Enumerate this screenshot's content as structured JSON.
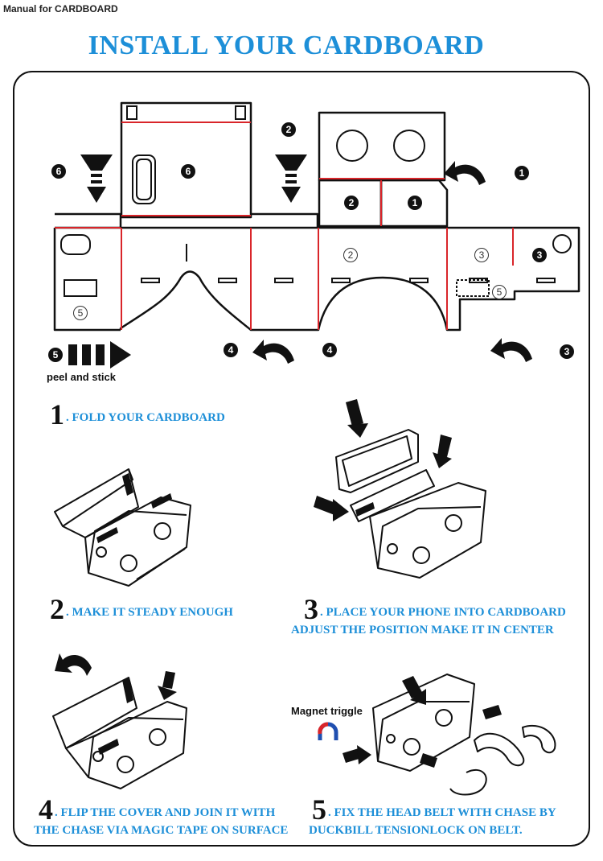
{
  "header": {
    "text": "Manual for CARDBOARD"
  },
  "title": "INSTALL YOUR CARDBOARD",
  "diagram": {
    "markers": [
      "1",
      "2",
      "3",
      "4",
      "5",
      "6"
    ],
    "peel_label": "peel and stick"
  },
  "steps": [
    {
      "number": "1",
      "caption": ". FOLD YOUR CARDBOARD",
      "caption_line2": ""
    },
    {
      "number": "2",
      "caption": ". MAKE IT STEADY ENOUGH",
      "caption_line2": ""
    },
    {
      "number": "3",
      "caption": ". PLACE YOUR PHONE INTO CARDBOARD",
      "caption_line2": "ADJUST THE POSITION MAKE IT IN CENTER"
    },
    {
      "number": "4",
      "caption": ". FLIP THE COVER AND JOIN IT WITH",
      "caption_line2": "THE CHASE VIA  MAGIC TAPE ON SURFACE"
    },
    {
      "number": "5",
      "caption": ". FIX THE HEAD BELT WITH CHASE BY",
      "caption_line2": "DUCKBILL TENSIONLOCK ON BELT."
    }
  ],
  "magnet_label": "Magnet triggle",
  "colors": {
    "accent": "#1d8fd8",
    "fold_line": "#d9252a",
    "line": "#111111",
    "magnet_red": "#d9252a",
    "magnet_blue": "#1f4fb0"
  }
}
